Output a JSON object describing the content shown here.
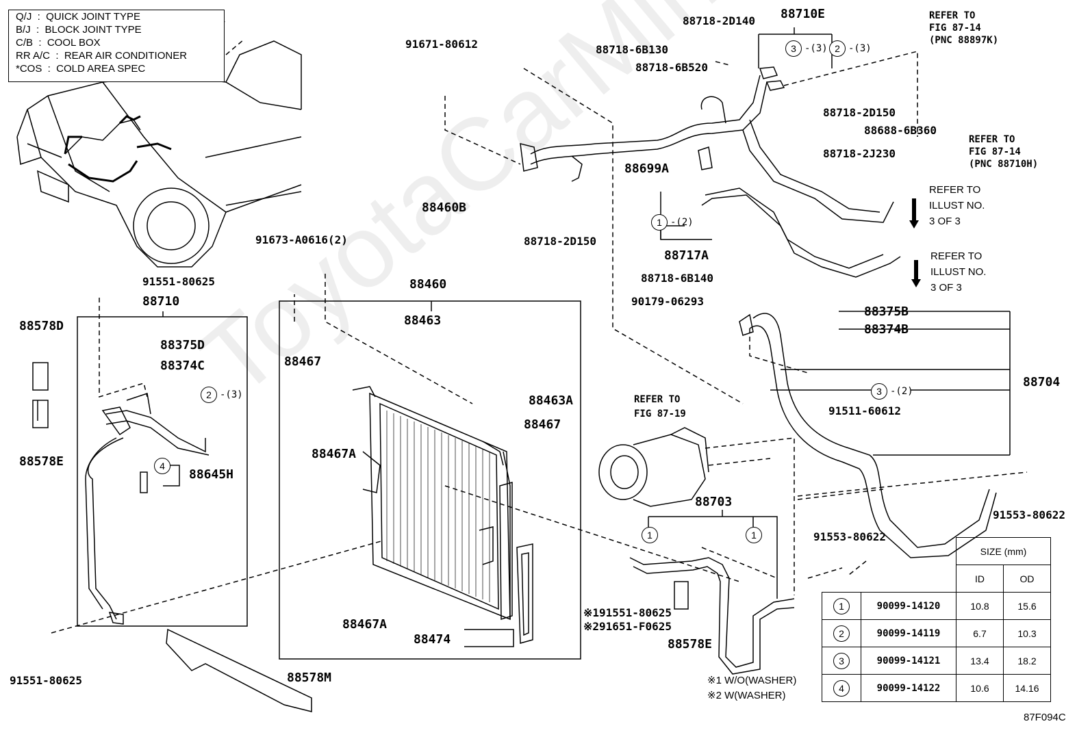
{
  "legend": [
    "Q/J  :  QUICK JOINT TYPE",
    "B/J  :  BLOCK JOINT TYPE",
    "C/B  :  COOL BOX",
    "RR A/C  :  REAR AIR CONDITIONER",
    "*COS  :  COLD AREA SPEC"
  ],
  "watermark": "ToyotaCarMine.ru",
  "parts": {
    "p91671_80612": "91671-80612",
    "p88718_6B130": "88718-6B130",
    "p88718_2D140": "88718-2D140",
    "p88718_6B520": "88718-6B520",
    "p88710E": "88710E",
    "p88718_2D150a": "88718-2D150",
    "p88688_6B360": "88688-6B360",
    "p88718_2J230": "88718-2J230",
    "p88699A": "88699A",
    "p88460B": "88460B",
    "p88718_2D150b": "88718-2D150",
    "p88717A": "88717A",
    "p88718_6B140": "88718-6B140",
    "p90179_06293": "90179-06293",
    "p91673_A0616": "91673-A0616(2)",
    "p91551_80625a": "91551-80625",
    "p88710": "88710",
    "p88460": "88460",
    "p88463": "88463",
    "p88467a": "88467",
    "p88463A": "88463A",
    "p88467b": "88467",
    "p88467Aa": "88467A",
    "p88467Ab": "88467A",
    "p88474": "88474",
    "p88578M": "88578M",
    "p88578D": "88578D",
    "p88578Ea": "88578E",
    "p88375D": "88375D",
    "p88374C": "88374C",
    "p88645H": "88645H",
    "p91551_80625b": "91551-80625",
    "p88375B": "88375B",
    "p88374B": "88374B",
    "p88704": "88704",
    "p91511_60612": "91511-60612",
    "p91553_80622a": "91553-80622",
    "p91553_80622b": "91553-80622",
    "p88703": "88703",
    "p91551_80625c": "※191551-80625",
    "p91651_F0625": "※291651-F0625",
    "p88578Eb": "88578E"
  },
  "qty": {
    "q3_3": "-(3)",
    "q2_3a": "-(3)",
    "q1_2": "-(2)",
    "q2_3b": "-(3)",
    "q3_2": "-(2)"
  },
  "circles": {
    "c3a": "3",
    "c2a": "2",
    "c1a": "1",
    "c2b": "2",
    "c4": "4",
    "c3b": "3",
    "c1b": "1",
    "c1c": "1"
  },
  "refs": {
    "r1": [
      "REFER TO",
      "FIG 87-14",
      "(PNC 88897K)"
    ],
    "r2": [
      "REFER TO",
      "FIG 87-14",
      "(PNC 88710H)"
    ],
    "r3": [
      "REFER TO",
      "ILLUST NO.",
      "3 OF 3"
    ],
    "r4": [
      "REFER TO",
      "ILLUST NO.",
      "3 OF 3"
    ],
    "r5": [
      "REFER TO",
      "FIG 87-19"
    ]
  },
  "notes": {
    "n1": "※1 W/O(WASHER)",
    "n2": "※2 W(WASHER)",
    "code": "87F094C"
  },
  "size_table": {
    "title": "SIZE (mm)",
    "col_id": "ID",
    "col_od": "OD",
    "rows": [
      {
        "no": "1",
        "part": "90099-14120",
        "id": "10.8",
        "od": "15.6"
      },
      {
        "no": "2",
        "part": "90099-14119",
        "id": "6.7",
        "od": "10.3"
      },
      {
        "no": "3",
        "part": "90099-14121",
        "id": "13.4",
        "od": "18.2"
      },
      {
        "no": "4",
        "part": "90099-14122",
        "id": "10.6",
        "od": "14.16"
      }
    ]
  }
}
